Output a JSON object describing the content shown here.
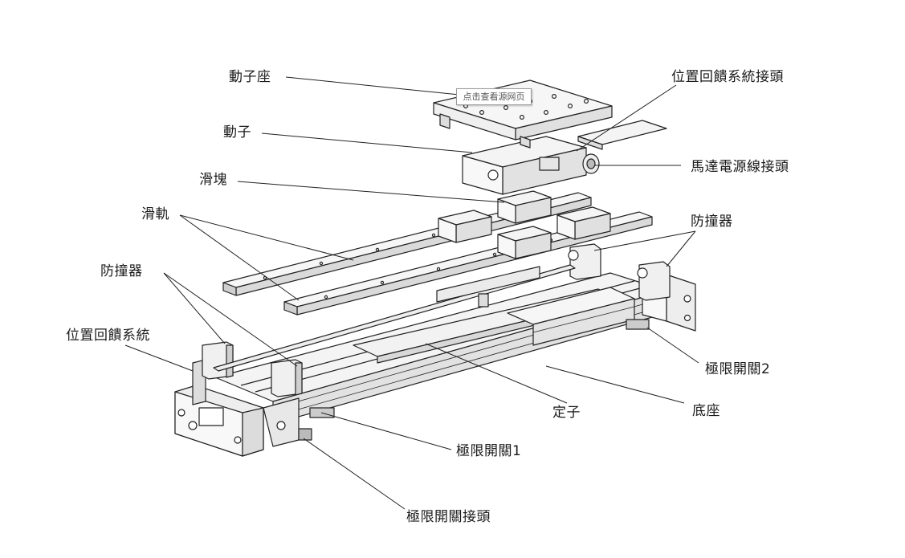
{
  "labels": {
    "mover_seat": "動子座",
    "mover": "動子",
    "slider": "滑塊",
    "rail": "滑軌",
    "bumper_left": "防撞器",
    "position_feedback": "位置回饋系統",
    "feedback_connector": "位置回饋系統接頭",
    "motor_power_connector": "馬達電源線接頭",
    "bumper_right": "防撞器",
    "limit_switch_2": "極限開關2",
    "stator": "定子",
    "base": "底座",
    "limit_switch_1": "極限開關1",
    "limit_switch_connector": "極限開關接頭"
  },
  "tooltip": {
    "text": "点击查看源网页"
  },
  "colors": {
    "line": "#222222",
    "fill": "#ffffff",
    "shade": "#e6e6e6",
    "dark": "#bdbdbd"
  }
}
